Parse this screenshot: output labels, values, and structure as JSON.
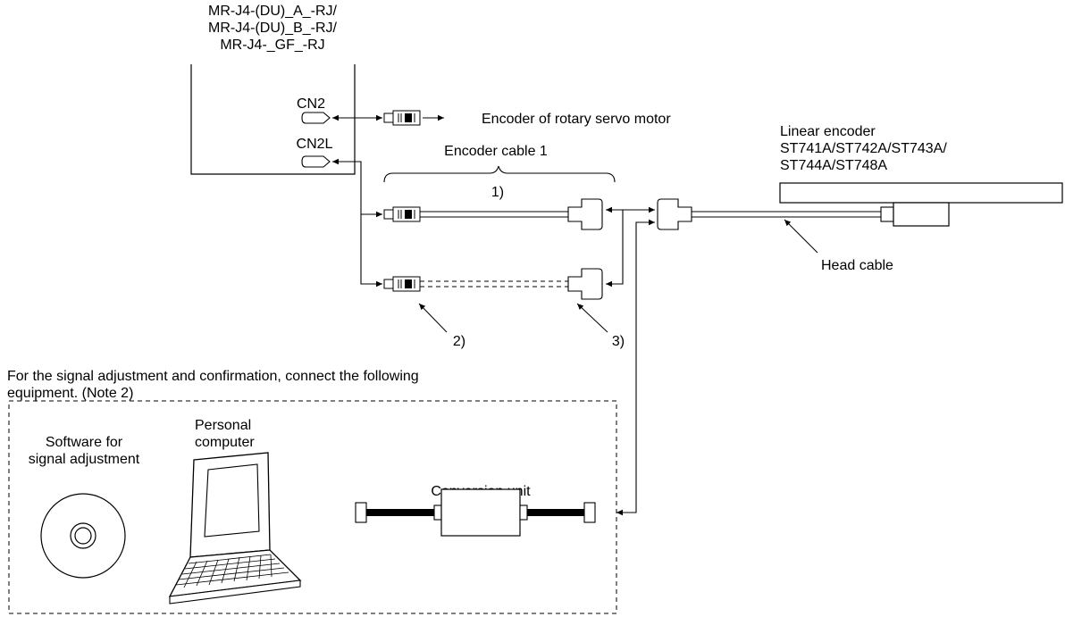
{
  "amplifier": {
    "model_lines": [
      "MR-J4-(DU)_A_-RJ/",
      "MR-J4-(DU)_B_-RJ/",
      "MR-J4-_GF_-RJ"
    ],
    "connector_cn2": "CN2",
    "connector_cn2l": "CN2L"
  },
  "encoder_motor_label": "Encoder of rotary servo motor",
  "encoder_cable_label": "Encoder cable 1",
  "callouts": {
    "one": "1)",
    "two": "2)",
    "three": "3)"
  },
  "linear_encoder": {
    "lines": [
      "Linear encoder",
      "ST741A/ST742A/ST743A/",
      "ST744A/ST748A"
    ]
  },
  "head_cable_label": "Head cable",
  "signal_note": {
    "lines": [
      "For the signal adjustment and confirmation, connect the following",
      "equipment. (Note 2)"
    ]
  },
  "equipment": {
    "software_lines": [
      "Software for",
      "signal adjustment"
    ],
    "computer_lines": [
      "Personal",
      "computer"
    ],
    "conversion_unit": "Conversion unit"
  },
  "colors": {
    "line": "#000000",
    "background": "#ffffff"
  }
}
